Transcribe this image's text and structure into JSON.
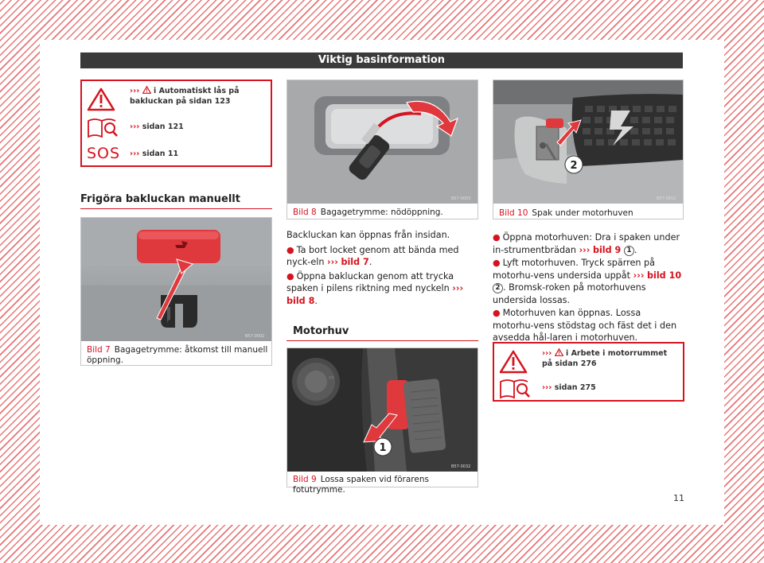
{
  "header": {
    "title": "Viktig basinformation"
  },
  "left_notes": {
    "items": [
      {
        "icon": "warning-icon",
        "text": "i Automatiskt lås på bakluckan på sidan 123"
      },
      {
        "icon": "service-book-icon",
        "text": "sidan 121"
      },
      {
        "icon": "sos-icon",
        "text": "sidan 11"
      }
    ],
    "arrows": "›››",
    "sos_label": "SOS"
  },
  "section1": {
    "heading": "Frigöra bakluckan manuellt"
  },
  "figures": {
    "fig7": {
      "label": "Bild 7",
      "caption": "Bagagetrymme: åtkomst till manuell öppning.",
      "code": "B57-0002"
    },
    "fig8": {
      "label": "Bild 8",
      "caption": "Bagagetrymme: nödöppning.",
      "code": "B57-0003"
    },
    "fig9": {
      "label": "Bild 9",
      "caption": "Lossa spaken vid förarens fotutrymme.",
      "code": "B57-0032",
      "callout": "1"
    },
    "fig10": {
      "label": "Bild 10",
      "caption": "Spak under motorhuven",
      "code": "B57-0552",
      "callout": "2"
    }
  },
  "middle_text": {
    "intro": "Backluckan kan öppnas från insidan.",
    "bullets": [
      {
        "text_before": "Ta bort locket genom att bända med nyck-eln ",
        "ref": "bild 7",
        "text_after": "."
      },
      {
        "text_before": "Öppna bakluckan genom att trycka spaken i pilens riktning med nyckeln ",
        "ref": "bild 8",
        "text_after": "."
      }
    ]
  },
  "section2": {
    "heading": "Motorhuv"
  },
  "right_text": {
    "bullets": [
      {
        "text_before": "Öppna motorhuven: Dra i spaken under in-strumentbrädan ",
        "ref": "bild 9",
        "num": "1",
        "text_after": "."
      },
      {
        "text_before": "Lyft motorhuven. Tryck spärren på motorhu-vens undersida uppåt ",
        "ref": "bild 10",
        "num": "2",
        "text_after": ". Bromsk-roken på motorhuvens undersida lossas."
      },
      {
        "text_before": "Motorhuven kan öppnas. Lossa motorhu-vens stödstag och fäst det i den avsedda hål-laren i motorhuven.",
        "ref": "",
        "num": "",
        "text_after": ""
      }
    ]
  },
  "right_notes": {
    "items": [
      {
        "icon": "warning-icon",
        "text": "i Arbete i motorrummet på sidan 276"
      },
      {
        "icon": "service-book-icon",
        "text": "sidan 275"
      }
    ]
  },
  "page_number": "11",
  "colors": {
    "accent": "#d6131e",
    "header_bg": "#3a3a3a"
  }
}
